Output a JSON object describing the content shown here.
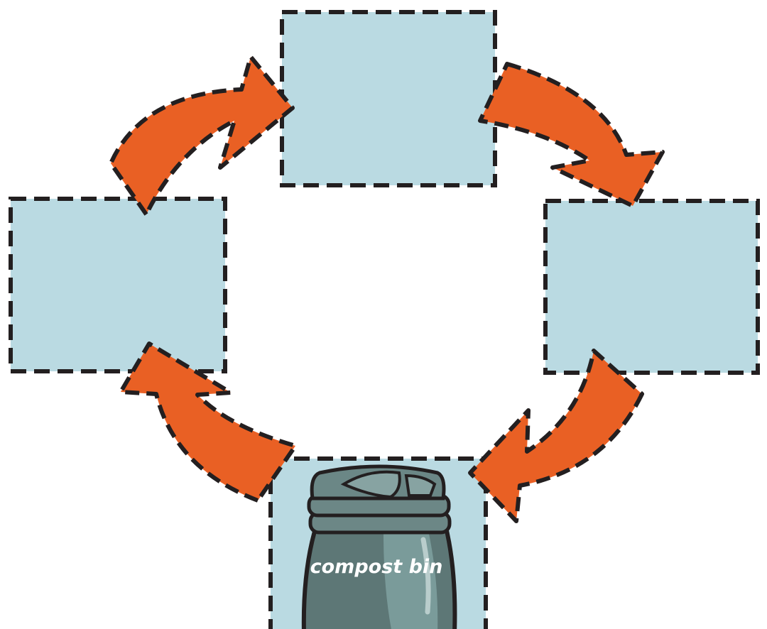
{
  "diagram": {
    "boxes": [
      {
        "id": "top",
        "label": ""
      },
      {
        "id": "right",
        "label": ""
      },
      {
        "id": "bottom",
        "label": "compost bin"
      },
      {
        "id": "left",
        "label": ""
      }
    ],
    "flow": [
      "top",
      "right",
      "bottom",
      "left",
      "top"
    ],
    "colors": {
      "box_fill": "#badae2",
      "arrow_fill": "#e96024",
      "outline": "#231f20",
      "jar": "#5d7776"
    }
  }
}
